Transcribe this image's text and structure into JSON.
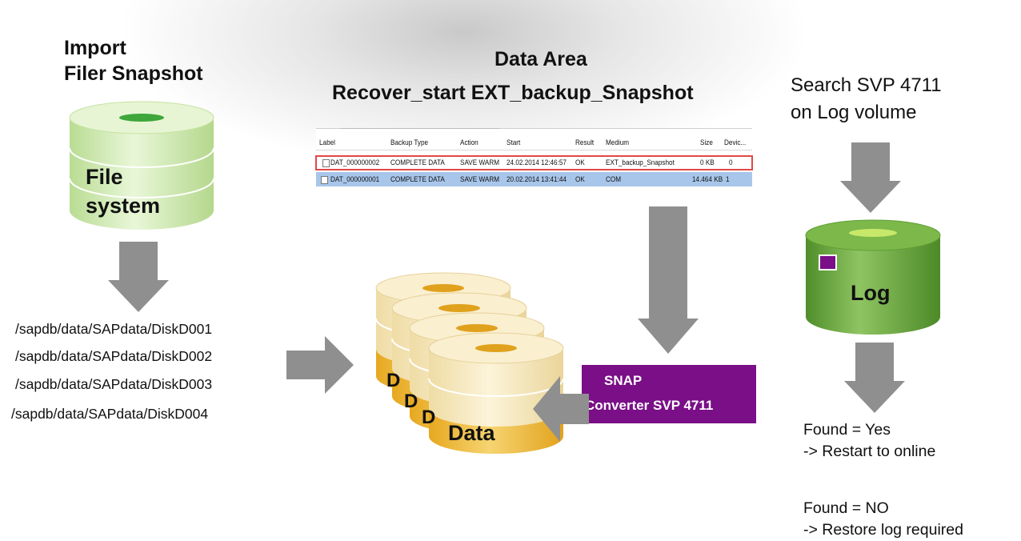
{
  "import_section": {
    "title_line1": "Import",
    "title_line2": "Filer Snapshot",
    "disk_label_line1": "File",
    "disk_label_line2": "system",
    "paths": [
      "/sapdb/data/SAPdata/DiskD001",
      "/sapdb/data/SAPdata/DiskD002",
      "/sapdb/data/SAPdata/DiskD003",
      "/sapdb/data/SAPdata/DiskD004"
    ]
  },
  "data_area": {
    "title": "Data Area",
    "subtitle": "Recover_start EXT_backup_Snapshot",
    "disk_label": "Data",
    "partial_letter": "D",
    "table": {
      "headers": [
        "Label",
        "Backup Type",
        "Action",
        "Start",
        "Result",
        "Medium",
        "Size",
        "Devic..."
      ],
      "rows": [
        [
          "DAT_000000002",
          "COMPLETE DATA",
          "SAVE WARM",
          "24.02.2014 12:46:57",
          "OK",
          "EXT_backup_Snapshot",
          "0 KB",
          "0"
        ],
        [
          "DAT_000000001",
          "COMPLETE DATA",
          "SAVE WARM",
          "20.02.2014 13:41:44",
          "OK",
          "COM",
          "14.464 KB",
          "1"
        ]
      ]
    }
  },
  "snap_box": {
    "line1": "SNAP",
    "line2": "Converter SVP 4711"
  },
  "log_section": {
    "title_line1": "Search SVP 4711",
    "title_line2": "on Log volume",
    "disk_label": "Log",
    "found_yes_line1": "Found = Yes",
    "found_yes_line2": "-> Restart to online",
    "found_no_line1": "Found = NO",
    "found_no_line2": "-> Restore log required"
  },
  "colors": {
    "arrow": "#8f8f8f",
    "snap_box": "#7a0f87",
    "log_cylinder": "#6aa63c",
    "filesystem_cylinder": "#cfeab0",
    "data_cylinder_top": "#f6e7b8",
    "data_cylinder_band": "#eab530",
    "selected_row": "#a8c6ea",
    "highlight_border": "#e04848"
  }
}
